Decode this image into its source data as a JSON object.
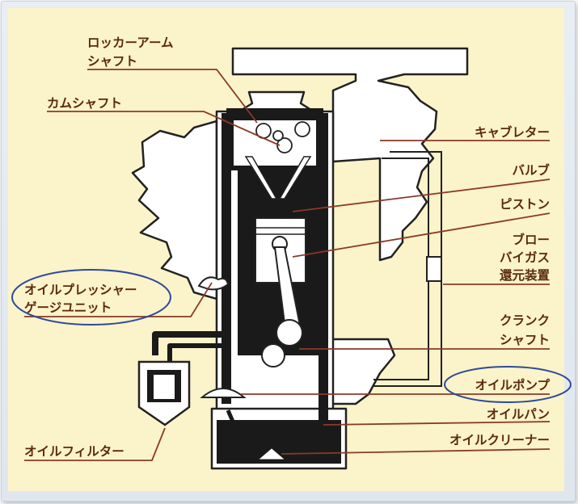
{
  "labels": {
    "rocker_arm_shaft": [
      "ロッカーアーム",
      "シャフト"
    ],
    "camshaft": "カムシャフト",
    "carburetor": "キャブレター",
    "valve": "バルブ",
    "piston": "ピストン",
    "blowby": [
      "ブロー",
      "バイガス",
      "還元装置"
    ],
    "crankshaft": [
      "クランク",
      "シャフト"
    ],
    "oil_pressure_gauge_unit": [
      "オイルプレッシャー",
      "ゲージユニット"
    ],
    "oil_pump": "オイルポンプ",
    "oil_pan": "オイルパン",
    "oil_cleaner": "オイルクリーナー",
    "oil_filter": "オイルフィルター"
  },
  "colors": {
    "background": "#fbf3c9",
    "engine_fill": "#ffffff",
    "oil_path": "#1a1a1a",
    "leader_line": "#8a3a28",
    "highlight_ellipse": "#2e4a9a"
  }
}
